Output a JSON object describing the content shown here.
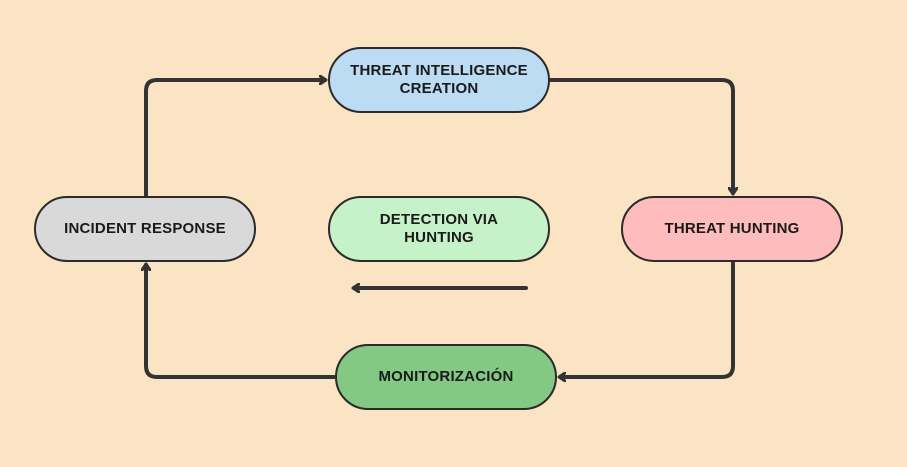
{
  "colors": {
    "background": "#fbe4c4",
    "stroke": "#333333",
    "threat_intelligence": "#bcdcf3",
    "incident_response": "#d9d9d9",
    "detection": "#c6f2ca",
    "threat_hunting": "#ffbcbc",
    "monitorizacion": "#83c984"
  },
  "nodes": {
    "threat_intelligence": {
      "label": "THREAT INTELLIGENCE CREATION"
    },
    "incident_response": {
      "label": "INCIDENT RESPONSE"
    },
    "detection": {
      "label": "DETECTION VIA HUNTING"
    },
    "threat_hunting": {
      "label": "THREAT HUNTING"
    },
    "monitorizacion": {
      "label": "MONITORIZACIÓN"
    }
  }
}
